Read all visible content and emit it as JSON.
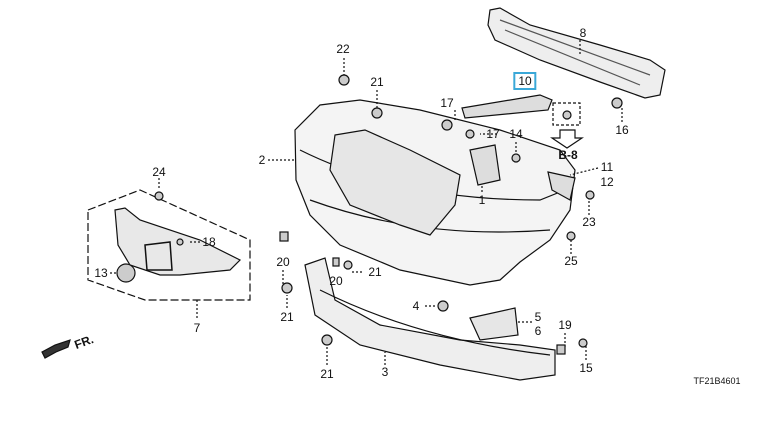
{
  "diagram": {
    "code": "TF21B4601",
    "direction_label": "FR.",
    "reference_label": "B-8",
    "highlight_color": "#3aa8d8",
    "callouts": [
      {
        "id": "8",
        "text": "8"
      },
      {
        "id": "10",
        "text": "10"
      },
      {
        "id": "17a",
        "text": "17"
      },
      {
        "id": "17b",
        "text": "17"
      },
      {
        "id": "14",
        "text": "14"
      },
      {
        "id": "16",
        "text": "16"
      },
      {
        "id": "11",
        "text": "11"
      },
      {
        "id": "12",
        "text": "12"
      },
      {
        "id": "22",
        "text": "22"
      },
      {
        "id": "21a",
        "text": "21"
      },
      {
        "id": "2",
        "text": "2"
      },
      {
        "id": "1",
        "text": "1"
      },
      {
        "id": "24",
        "text": "24"
      },
      {
        "id": "18",
        "text": "18"
      },
      {
        "id": "13",
        "text": "13"
      },
      {
        "id": "7",
        "text": "7"
      },
      {
        "id": "20a",
        "text": "20"
      },
      {
        "id": "21b",
        "text": "21"
      },
      {
        "id": "20b",
        "text": "20"
      },
      {
        "id": "21c",
        "text": "21"
      },
      {
        "id": "4",
        "text": "4"
      },
      {
        "id": "5",
        "text": "5"
      },
      {
        "id": "6",
        "text": "6"
      },
      {
        "id": "19",
        "text": "19"
      },
      {
        "id": "15",
        "text": "15"
      },
      {
        "id": "3",
        "text": "3"
      },
      {
        "id": "21d",
        "text": "21"
      },
      {
        "id": "23",
        "text": "23"
      },
      {
        "id": "25",
        "text": "25"
      }
    ]
  }
}
